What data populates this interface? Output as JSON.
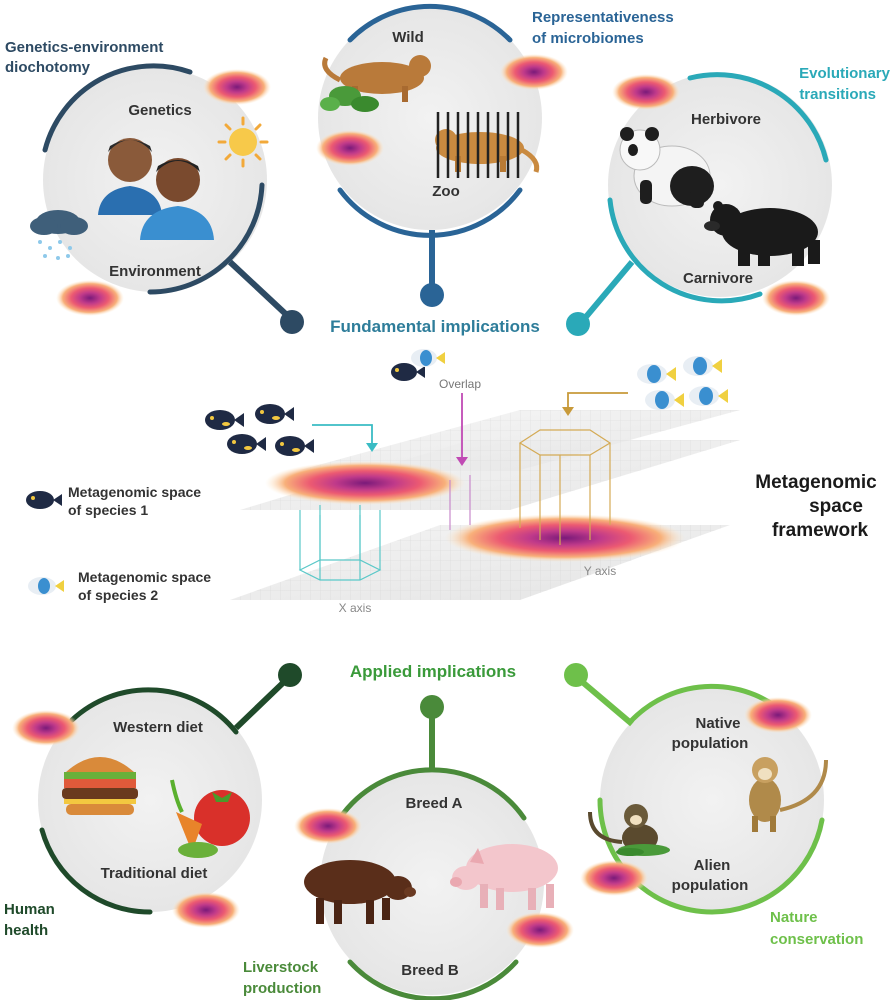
{
  "fundamental": {
    "title": "Fundamental implications",
    "genetics_env": {
      "heading": [
        "Genetics-environment",
        "diochotomy"
      ],
      "top": "Genetics",
      "bottom": "Environment"
    },
    "representativeness": {
      "heading": [
        "Representativeness",
        "of microbiomes"
      ],
      "top": "Wild",
      "bottom": "Zoo"
    },
    "evolutionary": {
      "heading": [
        "Evolutionary",
        "transitions"
      ],
      "top": "Herbivore",
      "bottom": "Carnivore"
    }
  },
  "framework": {
    "overlap": "Overlap",
    "title": [
      "Metagenomic",
      "space",
      "framework"
    ],
    "legend_species1": [
      "Metagenomic space",
      "of species 1"
    ],
    "legend_species2": [
      "Metagenomic space",
      "of species 2"
    ],
    "x_axis": "X axis",
    "y_axis": "Y axis"
  },
  "applied": {
    "title": "Applied implications",
    "human_health": {
      "heading": [
        "Human",
        "health"
      ],
      "top": "Western diet",
      "bottom": "Traditional diet"
    },
    "livestock": {
      "heading": [
        "Liverstock",
        "production"
      ],
      "top": "Breed A",
      "bottom": "Breed B"
    },
    "conservation": {
      "heading": [
        "Nature",
        "conservation"
      ],
      "top": [
        "Native",
        "population"
      ],
      "bottom": [
        "Alien",
        "population"
      ]
    }
  },
  "colors": {
    "fundamental_dark": "#2d4a63",
    "fundamental_blue": "#2a6496",
    "fundamental_teal": "#2aa9b8",
    "applied_dark": "#1f4a2a",
    "applied_mid": "#4a8a3a",
    "applied_light": "#6ec04a",
    "heat_core": "#8b1a7a",
    "heat_mid": "#e0457a",
    "heat_outer": "#f8b880"
  }
}
